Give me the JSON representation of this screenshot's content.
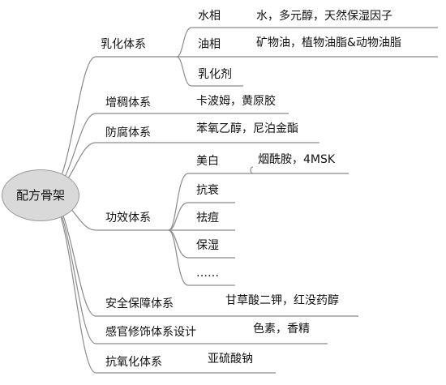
{
  "root": "配方骨架",
  "branches": [
    {
      "label": "乳化体系",
      "children": [
        {
          "label": "水相",
          "detail": "水，多元醇，天然保湿因子"
        },
        {
          "label": "油相",
          "detail": "矿物油，植物油脂&动物油脂"
        },
        {
          "label": "乳化剂",
          "detail": ""
        }
      ]
    },
    {
      "label": "增稠体系",
      "detail": "卡波姆，黄原胶"
    },
    {
      "label": "防腐体系",
      "detail": "苯氧乙醇，尼泊金酯"
    },
    {
      "label": "功效体系",
      "children": [
        {
          "label": "美白",
          "detail": "烟酰胺，4MSK"
        },
        {
          "label": "抗衰",
          "detail": ""
        },
        {
          "label": "祛痘",
          "detail": ""
        },
        {
          "label": "保湿",
          "detail": ""
        },
        {
          "label": "……",
          "detail": ""
        }
      ]
    },
    {
      "label": "安全保障体系",
      "detail": "甘草酸二钾，红没药醇"
    },
    {
      "label": "感官修饰体系设计",
      "detail": "色素，香精"
    },
    {
      "label": "抗氧化体系",
      "detail": "亚硫酸钠"
    }
  ],
  "colors": {
    "line": "#8a8a8a",
    "root_fill": "#d9d9d9",
    "text": "#111111"
  }
}
